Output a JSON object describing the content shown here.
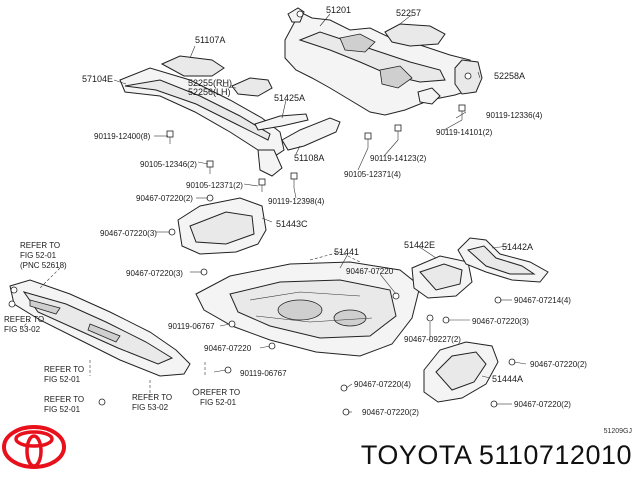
{
  "labels": {
    "p51201": "51201",
    "p52257": "52257",
    "p51107a": "51107A",
    "p57104e": "57104E",
    "p52255": "52255(RH)",
    "p52256": "52256(LH)",
    "p52258a": "52258A",
    "p51425a": "51425A",
    "b90119_12336": "90119-12336(4)",
    "b90119_12400": "90119-12400(8)",
    "b90119_14101": "90119-14101(2)",
    "b90105_12346": "90105-12346(2)",
    "p51108a": "51108A",
    "b90119_14123": "90119-14123(2)",
    "b90105_12371_4": "90105-12371(4)",
    "b90105_12371_2": "90105-12371(2)",
    "b90467_07220_2a": "90467-07220(2)",
    "b90119_12398": "90119-12398(4)",
    "b90467_07220_3": "90467-07220(3)",
    "p51443c": "51443C",
    "refer1": "REFER TO",
    "refer1b": "FIG 52-01",
    "refer1c": "(PNC 52618)",
    "refer2": "REFER TO",
    "refer2b": "FIG 53-02",
    "p51441": "51441",
    "p51442e": "51442E",
    "p51442a": "51442A",
    "b90467_07220_a": "90467-07220",
    "b90467_07220_3b": "90467-07220(3)",
    "b90467_07214": "90467-07214(4)",
    "b90119_06767_a": "90119-06767",
    "b90467_07220_3c": "90467-07220(3)",
    "b90467_09227": "90467-09227(2)",
    "b90467_07220_b": "90467-07220",
    "b90467_07220_2b": "90467-07220(2)",
    "p51444a": "51444A",
    "b90119_06767_b": "90119-06767",
    "b90467_07220_4": "90467-07220(4)",
    "refer3": "REFER TO",
    "refer3b": "FIG 52-01",
    "refer4": "REFER TO",
    "refer4b": "FIG 52-01",
    "refer5": "REFER TO",
    "refer5b": "FIG 53-02",
    "refer6": "REFER TO",
    "refer6b": "FIG 52-01",
    "b90467_07220_2c": "90467-07220(2)",
    "b90467_07220_2d": "90467-07220(2)"
  },
  "footer": {
    "code": "51209GJ",
    "title": "TOYOTA 5110712010"
  },
  "colors": {
    "logo": "#e8101a",
    "line": "#222222"
  },
  "icons": {
    "logo": "toyota-logo-icon"
  }
}
